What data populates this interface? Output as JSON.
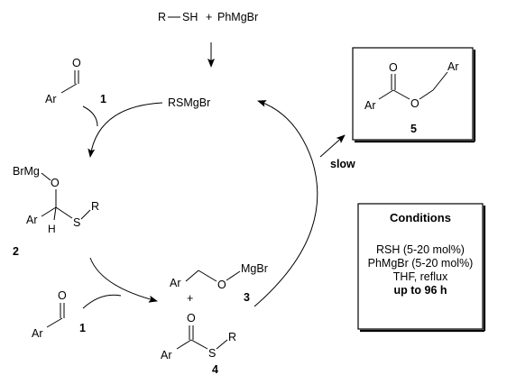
{
  "reagents": {
    "thiol": "R",
    "sh": "SH",
    "plus": "+",
    "grignard": "PhMgBr"
  },
  "intermediate_top": "RSMgBr",
  "aldehyde_1_top": {
    "o": "O",
    "ar": "Ar",
    "num": "1"
  },
  "intermediate_2": {
    "brmg": "BrMg",
    "o": "O",
    "ar": "Ar",
    "h": "H",
    "s": "S",
    "r": "R",
    "num": "2"
  },
  "aldehyde_1_bottom": {
    "o": "O",
    "ar": "Ar",
    "num": "1"
  },
  "alkoxide_3": {
    "ar": "Ar",
    "o": "O",
    "mgbr": "MgBr",
    "num": "3",
    "plus": "+"
  },
  "thioester_4": {
    "o": "O",
    "ar": "Ar",
    "s": "S",
    "r": "R",
    "num": "4"
  },
  "product_5": {
    "o_carbonyl": "O",
    "ar_left": "Ar",
    "o_ester": "O",
    "ar_right": "Ar",
    "num": "5"
  },
  "slow_label": "slow",
  "conditions": {
    "title": "Conditions",
    "lines": [
      "RSH (5-20 mol%)",
      "PhMgBr (5-20 mol%)",
      "THF, reflux"
    ],
    "time": "up to 96 h"
  }
}
